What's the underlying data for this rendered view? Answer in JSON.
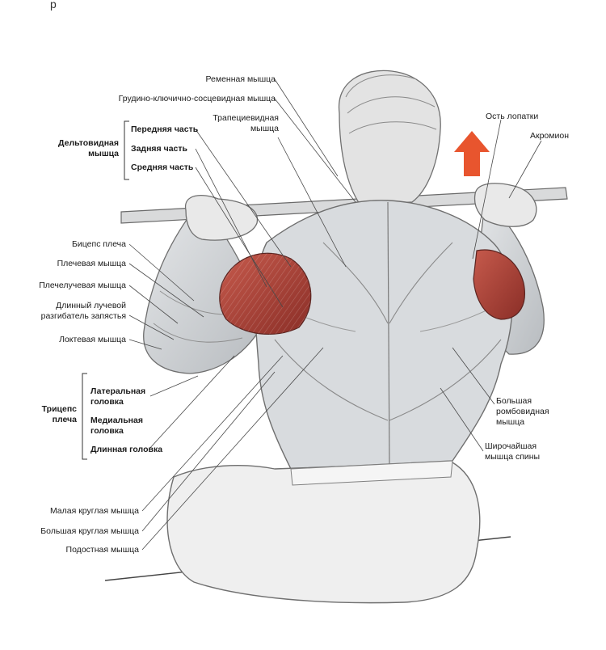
{
  "page": {
    "top_fragment": "р"
  },
  "colors": {
    "arrow": "#e8552e",
    "deltoid": "#b0473c",
    "muscle_base": "#d7dadd",
    "leader_line": "#555555"
  },
  "labels": {
    "splenius": "Ременная мышца",
    "sternocleidomastoid": "Грудино-ключично-сосцевидная мышца",
    "trapezius": [
      "Трапециевидная",
      "мышца"
    ],
    "scapular_spine": "Ость лопатки",
    "acromion": "Акромион",
    "deltoid_group": [
      "Дельтовидная",
      "мышца"
    ],
    "deltoid_front": "Передняя часть",
    "deltoid_rear": "Задняя часть",
    "deltoid_middle": "Средняя часть",
    "biceps": "Бицепс плеча",
    "brachialis": "Плечевая мышца",
    "brachioradialis": "Плечелучевая мышца",
    "ext_carpi_radialis": [
      "Длинный лучевой",
      "разгибатель запястья"
    ],
    "anconeus": "Локтевая мышца",
    "triceps_group": [
      "Трицепс",
      "плеча"
    ],
    "triceps_lateral": [
      "Латеральная",
      "головка"
    ],
    "triceps_medial": [
      "Медиальная",
      "головка"
    ],
    "triceps_long": "Длинная головка",
    "rhomboid_major": [
      "Большая",
      "ромбовидная",
      "мышца"
    ],
    "latissimus": [
      "Широчайшая",
      "мышца спины"
    ],
    "teres_minor": "Малая круглая мышца",
    "teres_major": "Большая круглая мышца",
    "infraspinatus": "Подостная мышца"
  }
}
